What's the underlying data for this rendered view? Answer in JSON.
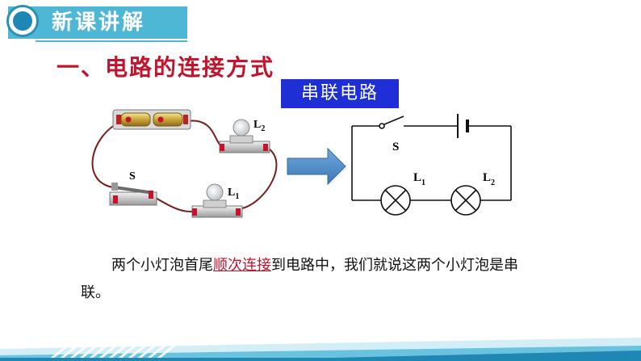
{
  "header": {
    "title": "新课讲解"
  },
  "section": {
    "title": "一、电路的连接方式"
  },
  "tag": {
    "label": "串联电路"
  },
  "photo_labels": {
    "switch": "S",
    "lamp1": "L",
    "lamp1_sub": "1",
    "lamp2": "L",
    "lamp2_sub": "2"
  },
  "schematic_labels": {
    "switch": "S",
    "lamp1": "L",
    "lamp1_sub": "1",
    "lamp2": "L",
    "lamp2_sub": "2"
  },
  "paragraph": {
    "before": "两个小灯泡首尾",
    "highlight": "顺次连接",
    "after": "到电路中，我们就说这两个小灯泡是串联。"
  },
  "colors": {
    "accent": "#4fb7d6",
    "title_red": "#c0152c",
    "tag_blue": "#1f2fd6"
  }
}
